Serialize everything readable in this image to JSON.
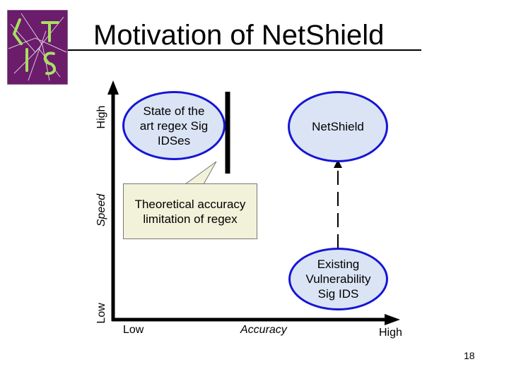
{
  "slide": {
    "title": "Motivation of NetShield",
    "page_number": "18"
  },
  "axes": {
    "y_label": "Speed",
    "y_high": "High",
    "y_low": "Low",
    "x_label": "Accuracy",
    "x_low": "Low",
    "x_high": "High"
  },
  "nodes": {
    "regex_ids": "State of the\nart regex Sig\nIDSes",
    "netshield": "NetShield",
    "vuln_ids": "Existing\nVulnerability\nSig IDS"
  },
  "callout": {
    "text": "Theoretical accuracy\nlimitation of regex"
  },
  "logo": {
    "letters": "CTIS"
  },
  "colors": {
    "logo_bg": "#6b1c6b",
    "bubble_border": "#1515d6",
    "bubble_fill": "#dbe4f4",
    "callout_fill": "#f2f2da"
  }
}
